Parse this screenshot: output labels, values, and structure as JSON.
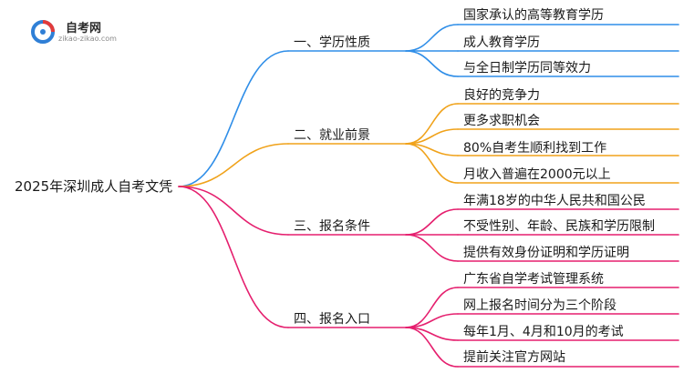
{
  "logo": {
    "title": "自考网",
    "url": "zikao-zikao.com"
  },
  "colors": {
    "branch_1": "#2f8ee8",
    "branch_2": "#f0a21a",
    "branch_3": "#e51f6e",
    "branch_4": "#e51f6e",
    "logo_blue": "#2f7fd6",
    "logo_red": "#e23a3a"
  },
  "mindmap": {
    "root": "2025年深圳成人自考文凭",
    "branches": [
      {
        "label": "一、学历性质",
        "leaves": [
          "国家承认的高等教育学历",
          "成人教育学历",
          "与全日制学历同等效力"
        ]
      },
      {
        "label": "二、就业前景",
        "leaves": [
          "良好的竞争力",
          "更多求职机会",
          "80%自考生顺利找到工作",
          "月收入普遍在2000元以上"
        ]
      },
      {
        "label": "三、报名条件",
        "leaves": [
          "年满18岁的中华人民共和国公民",
          "不受性别、年龄、民族和学历限制",
          "提供有效身份证明和学历证明"
        ]
      },
      {
        "label": "四、报名入口",
        "leaves": [
          "广东省自学考试管理系统",
          "网上报名时间分为三个阶段",
          "每年1月、4月和10月的考试",
          "提前关注官方网站"
        ]
      }
    ]
  }
}
